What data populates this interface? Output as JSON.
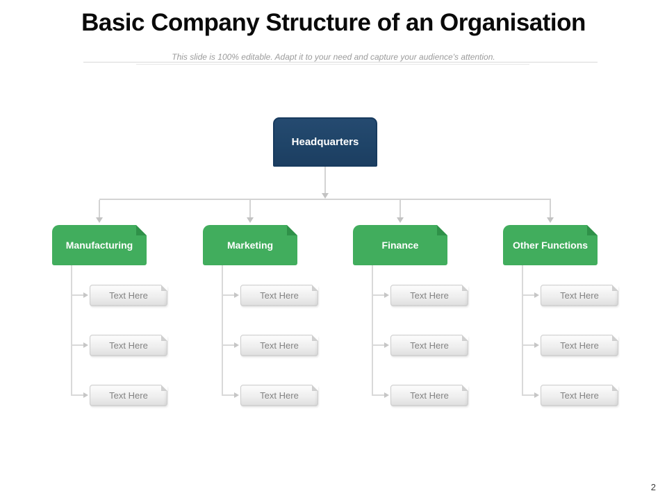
{
  "slide": {
    "title": "Basic Company Structure of an Organisation",
    "subtitle": "This slide is 100% editable. Adapt it to your need and capture your audience's attention.",
    "page_number": "2"
  },
  "org": {
    "root": {
      "label": "Headquarters"
    },
    "branches": [
      {
        "label": "Manufacturing",
        "children": [
          "Text Here",
          "Text Here",
          "Text Here"
        ]
      },
      {
        "label": "Marketing",
        "children": [
          "Text Here",
          "Text Here",
          "Text Here"
        ]
      },
      {
        "label": "Finance",
        "children": [
          "Text Here",
          "Text Here",
          "Text Here"
        ]
      },
      {
        "label": "Other Functions",
        "children": [
          "Text Here",
          "Text Here",
          "Text Here"
        ]
      }
    ]
  },
  "colors": {
    "root_fill": "#1f4468",
    "root_border": "#173a5e",
    "branch_fill": "#41ad5d",
    "branch_fold": "#2f9149",
    "connector": "#d3d3d3",
    "leaf_border": "#cccccc",
    "leaf_text": "#828282",
    "subtitle_text": "#9b9b9b",
    "title_text": "#0a0a0a"
  }
}
